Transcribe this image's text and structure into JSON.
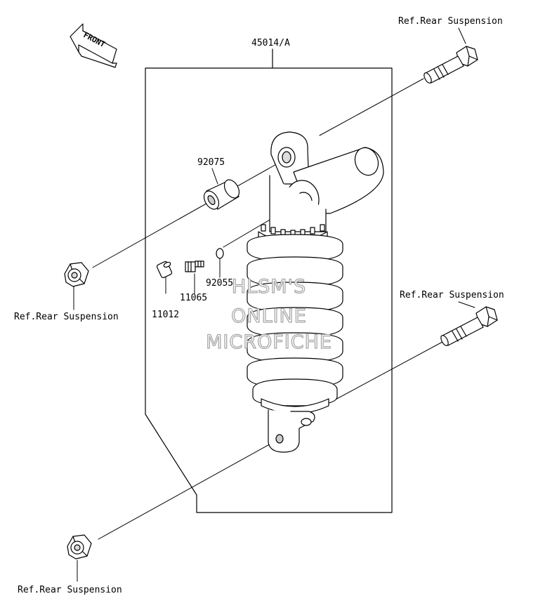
{
  "diagram": {
    "front_label": "FRONT",
    "assembly_number": "45014/A",
    "parts": {
      "collar": "92075",
      "oring": "92055",
      "valve": "11065",
      "cap": "11012"
    },
    "refs": {
      "top_right": "Ref.Rear Suspension",
      "mid_right": "Ref.Rear Suspension",
      "left_nut": "Ref.Rear Suspension",
      "bottom_left": "Ref.Rear Suspension"
    },
    "watermark": {
      "line1": "HLSM'S",
      "line2": "ONLINE",
      "line3": "MICROFICHE"
    }
  }
}
